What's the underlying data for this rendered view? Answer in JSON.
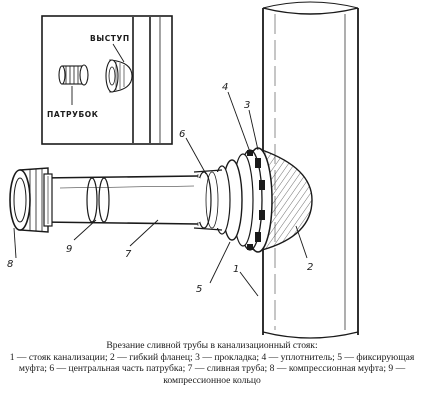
{
  "inset": {
    "protrusion_label": "ВЫСТУП",
    "nipple_label": "ПАТРУБОК"
  },
  "callouts": [
    "1",
    "2",
    "3",
    "4",
    "5",
    "6",
    "7",
    "8",
    "9"
  ],
  "caption": {
    "title": "Врезание сливной трубы в канализационный стояк:",
    "legend": [
      "1 — стояк канализации;",
      "2 — гибкий фланец;",
      "3 — прокладка;",
      "4 — уплотнитель;",
      "5 — фиксирующая муфта;",
      "6 — центральная часть патрубка;",
      "7 — сливная труба;",
      "8 — компрессионная муфта;",
      "9 — компрессионное кольцо"
    ]
  }
}
